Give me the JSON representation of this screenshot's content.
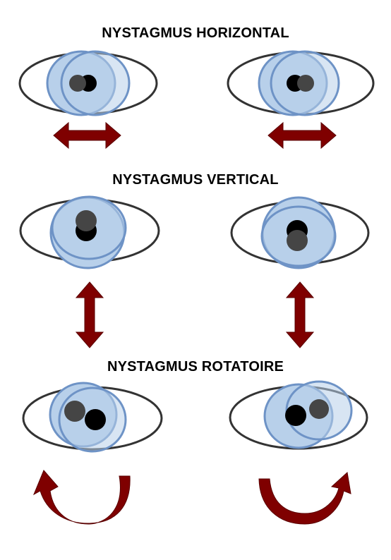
{
  "sections": {
    "horizontal": {
      "title": "NYSTAGMUS HORIZONTAL"
    },
    "vertical": {
      "title": "NYSTAGMUS VERTICAL"
    },
    "rotatory": {
      "title": "NYSTAGMUS ROTATOIRE"
    }
  },
  "colors": {
    "eye_outline": "#333333",
    "iris_fill": "#b8d0ea",
    "iris_stroke": "#6e93c6",
    "pupil_current": "#000000",
    "pupil_previous": "#454545",
    "arrow": "#7f0000"
  }
}
